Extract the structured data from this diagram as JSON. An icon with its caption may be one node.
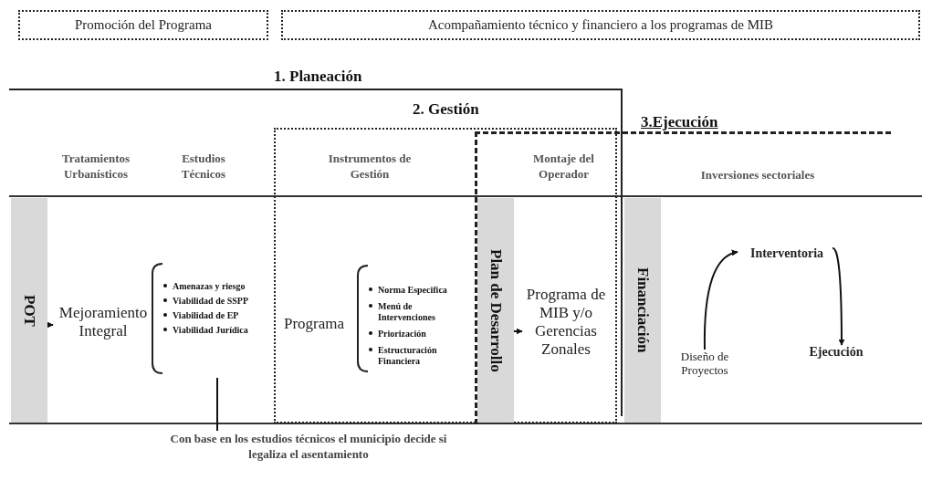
{
  "diagram": {
    "nodes": [
      {
        "text": [
          "Promoción del Programa"
        ]
      },
      {
        "text": [
          "Acompañamiento técnico y financiero a los programas de MIB"
        ]
      },
      {
        "text": [
          "1. Planeación"
        ]
      },
      {
        "text": [
          "2. Gestión"
        ]
      },
      {
        "text": [
          "3.Ejecución"
        ]
      },
      {
        "text": [
          "POT"
        ]
      },
      {
        "text": [
          "Mejoramiento Integral"
        ]
      },
      {
        "text": [
          "Amenazas y riesgo",
          "Viabilidad de SSPP",
          "Viabilidad de EP",
          "Viabilidad Jurídica"
        ]
      },
      {
        "text": [
          "Programa"
        ],
        "in": 3
      },
      {
        "text": [
          "Norma Especifica",
          "Menú de Intervenciones",
          "Priorización",
          "Estructuración Financiera"
        ],
        "in": 3
      },
      {
        "text": [
          "Plan de Desarrollo"
        ],
        "in": 3
      },
      {
        "text": [
          "Programa de MIB y/o Gerencias Zonales"
        ],
        "in": 3
      },
      {
        "text": [
          "Financiación"
        ]
      },
      {
        "text": [
          "Interventoria"
        ]
      },
      {
        "text": [
          "Diseño de Proyectos"
        ]
      },
      {
        "text": [
          "Ejecución"
        ]
      },
      {
        "text": [
          "Con base en los estudios técnicos el municipio decide si legaliza el asentamiento"
        ]
      }
    ],
    "edges": [
      {
        "from": 5,
        "to": 6,
        "arrow": "to"
      },
      {
        "from": 10,
        "to": 11,
        "arrow": "to"
      },
      {
        "from": 14,
        "to": 13,
        "arrow": "to"
      },
      {
        "from": 13,
        "to": 15,
        "arrow": "to"
      },
      {
        "from": 16,
        "to": 7,
        "arrow": "none"
      }
    ],
    "labels": [
      "Tratamientos Urbanísticos",
      "Estudios Técnicos",
      "Instrumentos de Gestión",
      "Montaje del Operador",
      "Inversiones sectoriales"
    ]
  }
}
